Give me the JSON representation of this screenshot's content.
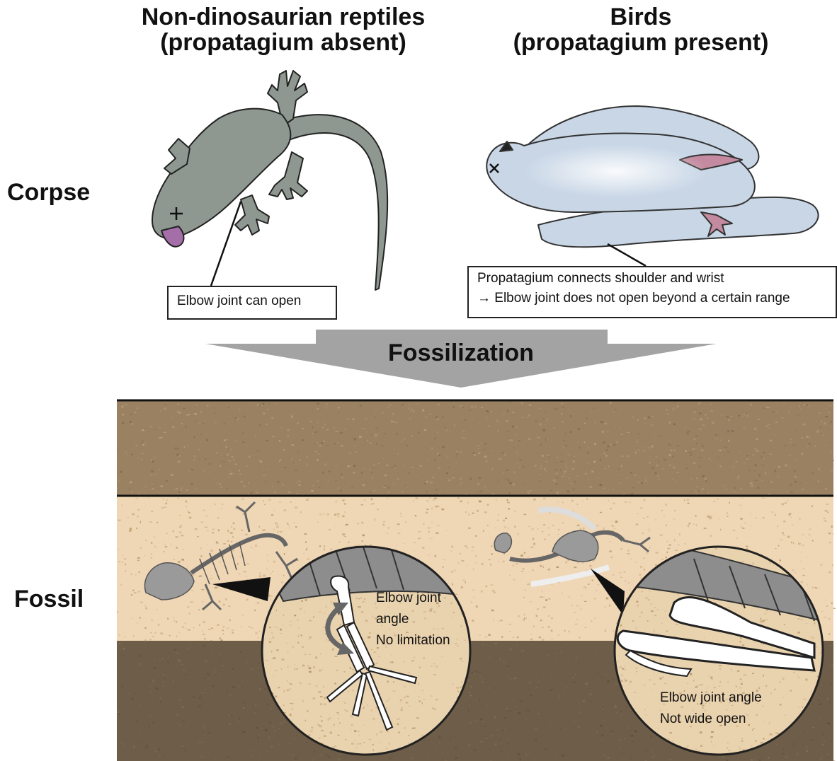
{
  "columns": {
    "left": {
      "title_line1": "Non-dinosaurian reptiles",
      "title_line2": "(propatagium absent)"
    },
    "right": {
      "title_line1": "Birds",
      "title_line2": "(propatagium present)"
    }
  },
  "rows": {
    "corpse": "Corpse",
    "fossil": "Fossil"
  },
  "callouts": {
    "reptile": "Elbow joint can open",
    "bird_line1": "Propatagium connects shoulder and wrist",
    "bird_line2": "→ Elbow joint does not open beyond a certain range"
  },
  "arrow_label": "Fossilization",
  "zoom_labels": {
    "reptile": [
      "Elbow joint",
      "angle",
      "No limitation"
    ],
    "bird": [
      "Elbow joint angle",
      "Not wide open"
    ]
  },
  "colors": {
    "gecko": "#8e9890",
    "gecko_tongue": "#a46fa8",
    "bird": "#c8d6e6",
    "bird_feet": "#c48aa0",
    "arrow": "#a3a3a3",
    "sediment_top": "#9a8162",
    "sediment_middle": "#efd6b4",
    "sediment_bottom": "#6e5d48",
    "zoom_disc": "#e9d2ae"
  }
}
